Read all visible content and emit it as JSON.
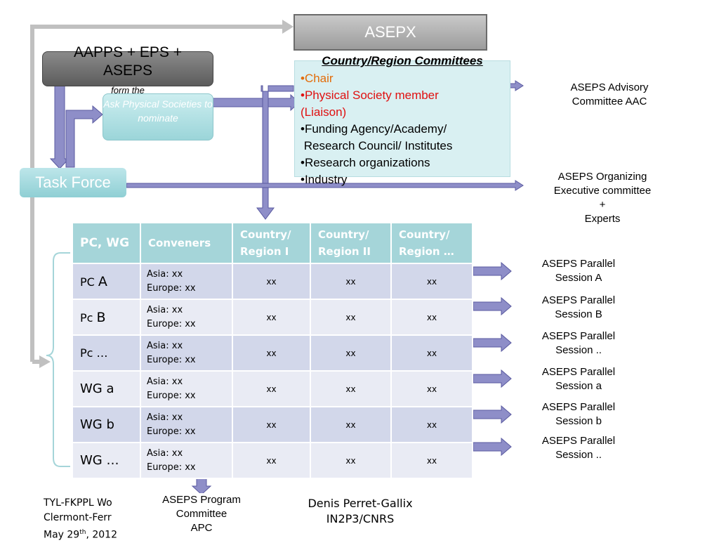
{
  "nodes": {
    "asepx": "ASEPX",
    "aapps_line1": "AAPPS + EPS +",
    "aapps_line2": "ASEPS",
    "form_the": "form the",
    "ask_physical": "Ask Physical Societies to nominate",
    "task_force": "Task Force"
  },
  "committees": {
    "title": "Country/Region Committees",
    "items": [
      "•Chair",
      "•Physical Society member",
      "(Liaison)",
      "•Funding Agency/Academy/",
      " Research Council/ Institutes",
      "•Research organizations",
      "•Industry"
    ],
    "colors": {
      "chair": "#e36c09",
      "liaison": "#e01010"
    }
  },
  "side_labels": {
    "advisory": [
      "ASEPS Advisory",
      "Committee AAC"
    ],
    "organizing": [
      "ASEPS Organizing",
      "Executive committee",
      "+",
      "Experts"
    ],
    "sessions": [
      [
        "ASEPS Parallel",
        "Session A"
      ],
      [
        "ASEPS Parallel",
        "Session B"
      ],
      [
        "ASEPS Parallel",
        "Session .."
      ],
      [
        "ASEPS Parallel",
        "Session a"
      ],
      [
        "ASEPS Parallel",
        "Session b"
      ],
      [
        "ASEPS Parallel",
        "Session .."
      ]
    ]
  },
  "table": {
    "headers": [
      "PC, WG",
      "Conveners",
      "Country/ Region I",
      "Country/ Region II",
      "Country/ Region …"
    ],
    "rows": [
      {
        "label_a": "PC ",
        "label_b": "A",
        "asia": "Asia: xx",
        "europe": "Europe: xx",
        "v1": "xx",
        "v2": "xx",
        "v3": "xx"
      },
      {
        "label_a": "Pc ",
        "label_b": "B",
        "asia": "Asia: xx",
        "europe": "Europe: xx",
        "v1": "xx",
        "v2": "xx",
        "v3": "xx"
      },
      {
        "label_a": "Pc …",
        "label_b": "",
        "asia": "Asia: xx",
        "europe": "Europe: xx",
        "v1": "xx",
        "v2": "xx",
        "v3": "xx"
      },
      {
        "label_a": "WG a",
        "label_b": "",
        "asia": "Asia: xx",
        "europe": "Europe: xx",
        "v1": "xx",
        "v2": "xx",
        "v3": "xx"
      },
      {
        "label_a": "WG b",
        "label_b": "",
        "asia": "Asia: xx",
        "europe": "Europe: xx",
        "v1": "xx",
        "v2": "xx",
        "v3": "xx"
      },
      {
        "label_a": "WG …",
        "label_b": "",
        "asia": "Asia: xx",
        "europe": "Europe: xx",
        "v1": "xx",
        "v2": "xx",
        "v3": "xx"
      }
    ]
  },
  "footer": {
    "left_line1": "TYL-FKPPL Wo",
    "left_line2": "Clermont-Ferr",
    "left_line3_a": "May 29",
    "left_line3_sup": "th",
    "left_line3_b": ", 2012",
    "program": [
      "ASEPS Program",
      "Committee",
      "APC"
    ],
    "author_line1": "Denis Perret-Gallix",
    "author_line2": "IN2P3/CNRS"
  },
  "colors": {
    "arrow_fill": "#8e8ec8",
    "arrow_stroke": "#5a5aa0",
    "gray_line": "#c0c0c0",
    "bracket": "#a5d5d9"
  }
}
